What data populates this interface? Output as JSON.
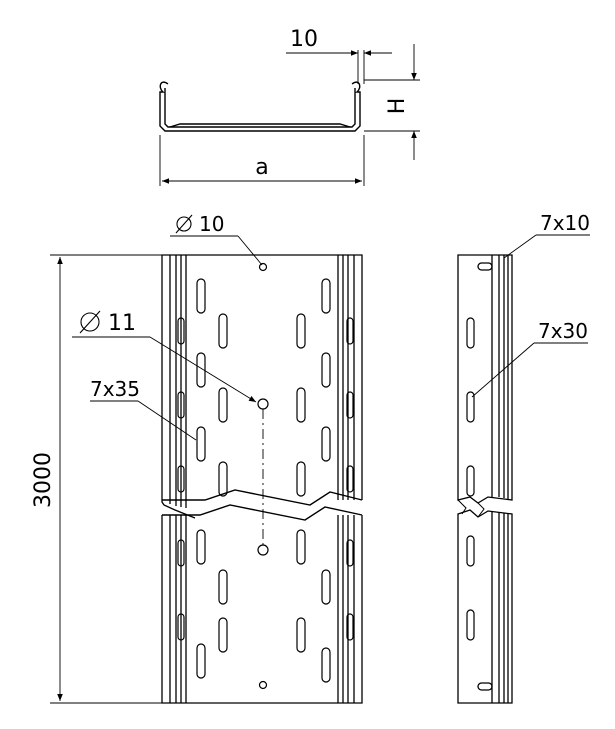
{
  "labels": {
    "top_width_label": "a",
    "lip_dimension": "10",
    "height_label": "H",
    "small_hole_label": "Ø10",
    "center_hole_label": "Ø11",
    "slot_label_front": "7x35",
    "length_label": "3000",
    "side_slot_small": "7x10",
    "side_slot_large": "7x30"
  },
  "colors": {
    "stroke": "#000000",
    "background": "#ffffff"
  }
}
